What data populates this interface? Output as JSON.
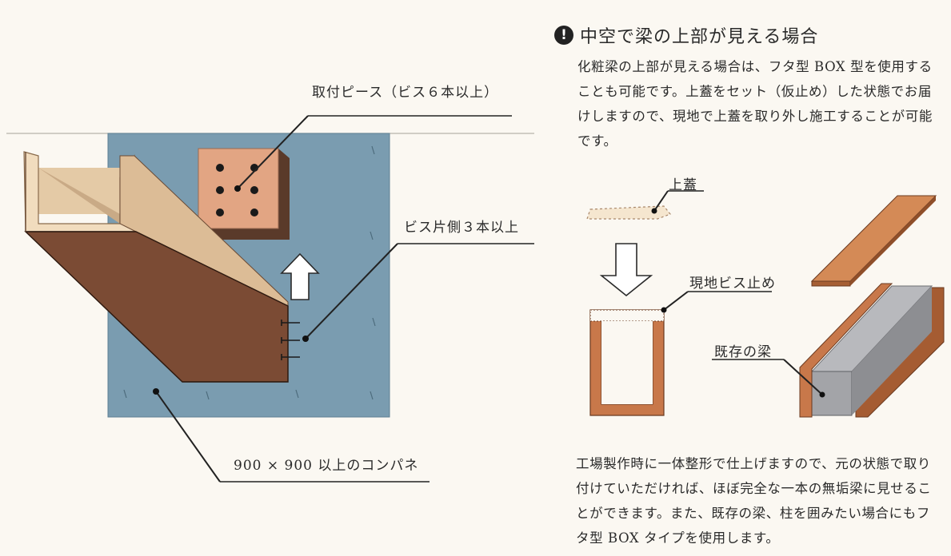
{
  "left_figure": {
    "piece_label": "取付ピース（ビス６本以上）",
    "screw_label": "ビス片側３本以上",
    "panel_label": "900 × 900 以上のコンパネ"
  },
  "right_section": {
    "heading": "中空で梁の上部が見える場合",
    "heading_icon": "exclamation-icon",
    "intro_text": "化粧梁の上部が見える場合は、フタ型 BOX 型を使用することも可能です。上蓋をセット（仮止め）した状態でお届けしますので、現地で上蓋を取り外し施工することが可能です。",
    "lid_label": "上蓋",
    "screw_fix_label": "現地ビス止め",
    "existing_beam_label": "既存の梁",
    "bottom_text": "工場製作時に一体整形で仕上げますので、元の状態で取り付けていただければ、ほぼ完全な一本の無垢梁に見せることができます。また、既存の梁、柱を囲みたい場合にもフタ型 BOX タイプを使用します。"
  },
  "colors": {
    "panel_blue": "#7a9cb0",
    "wood_dark": "#8a5a3e",
    "wood_light": "#e4caa6",
    "wood_orange": "#c8784a",
    "piece_salmon": "#e2a583",
    "existing_beam_gray": "#a3a4a8"
  }
}
